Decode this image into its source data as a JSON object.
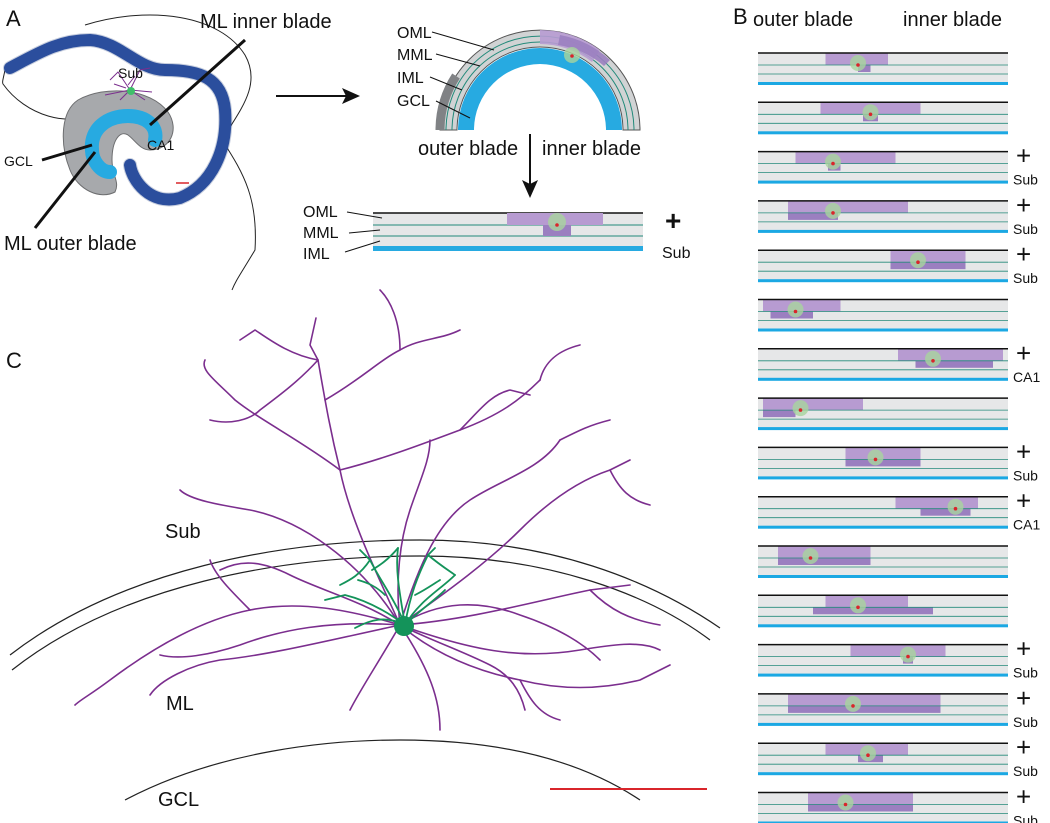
{
  "panels": {
    "a": "A",
    "b": "B",
    "c": "C"
  },
  "panel_a": {
    "ml_inner_blade": "ML inner blade",
    "ml_outer_blade": "ML outer blade",
    "sub": "Sub",
    "gcl": "GCL",
    "ca1": "CA1"
  },
  "schematic": {
    "layers": [
      "OML",
      "MML",
      "IML",
      "GCL"
    ],
    "outer_blade": "outer blade",
    "inner_blade": "inner blade",
    "flat_layers": [
      "OML",
      "MML",
      "IML"
    ],
    "plus": "+",
    "sub": "Sub"
  },
  "panel_b": {
    "outer_blade": "outer blade",
    "inner_blade": "inner blade",
    "rows": [
      {
        "outer": [
          0.27,
          0.52
        ],
        "inner": [
          0.4,
          0.45
        ],
        "soma": 0.4,
        "mark": ""
      },
      {
        "outer": [
          0.25,
          0.65
        ],
        "inner": [
          0.42,
          0.48
        ],
        "soma": 0.45,
        "mark": ""
      },
      {
        "outer": [
          0.15,
          0.55
        ],
        "inner": [
          0.28,
          0.33
        ],
        "soma": 0.3,
        "mark": "Sub"
      },
      {
        "outer": [
          0.12,
          0.6
        ],
        "inner": [
          0.12,
          0.32
        ],
        "soma": 0.3,
        "mark": "Sub"
      },
      {
        "outer": [
          0.53,
          0.83
        ],
        "inner": [
          0.53,
          0.83
        ],
        "soma": 0.64,
        "mark": "Sub"
      },
      {
        "outer": [
          0.02,
          0.33
        ],
        "inner": [
          0.05,
          0.22
        ],
        "soma": 0.15,
        "mark": ""
      },
      {
        "outer": [
          0.56,
          0.98
        ],
        "inner": [
          0.63,
          0.94
        ],
        "soma": 0.7,
        "mark": "CA1"
      },
      {
        "outer": [
          0.02,
          0.42
        ],
        "inner": [
          0.02,
          0.15
        ],
        "soma": 0.17,
        "mark": ""
      },
      {
        "outer": [
          0.35,
          0.65
        ],
        "inner": [
          0.35,
          0.65
        ],
        "soma": 0.47,
        "mark": "Sub"
      },
      {
        "outer": [
          0.55,
          0.88
        ],
        "inner": [
          0.65,
          0.85
        ],
        "soma": 0.79,
        "mark": "CA1"
      },
      {
        "outer": [
          0.08,
          0.45
        ],
        "inner": [
          0.08,
          0.45
        ],
        "soma": 0.21,
        "mark": ""
      },
      {
        "outer": [
          0.27,
          0.6
        ],
        "inner": [
          0.22,
          0.7
        ],
        "soma": 0.4,
        "mark": ""
      },
      {
        "outer": [
          0.37,
          0.75
        ],
        "inner": [
          0.58,
          0.62
        ],
        "soma": 0.6,
        "mark": "Sub"
      },
      {
        "outer": [
          0.12,
          0.73
        ],
        "inner": [
          0.12,
          0.73
        ],
        "soma": 0.38,
        "mark": "Sub"
      },
      {
        "outer": [
          0.27,
          0.6
        ],
        "inner": [
          0.4,
          0.5
        ],
        "soma": 0.44,
        "mark": "Sub"
      },
      {
        "outer": [
          0.2,
          0.62
        ],
        "inner": [
          0.2,
          0.62
        ],
        "soma": 0.35,
        "mark": "Sub"
      }
    ]
  },
  "panel_c": {
    "sub": "Sub",
    "ml": "ML",
    "gcl": "GCL"
  },
  "colors": {
    "purple": "#7b2e8e",
    "green": "#14935a",
    "light_purple": "#b79bd1",
    "cyan": "#1ba8e3",
    "dark_blue": "#2f55a8",
    "gray": "#9d9fa2",
    "scale_red": "#d9252b"
  }
}
